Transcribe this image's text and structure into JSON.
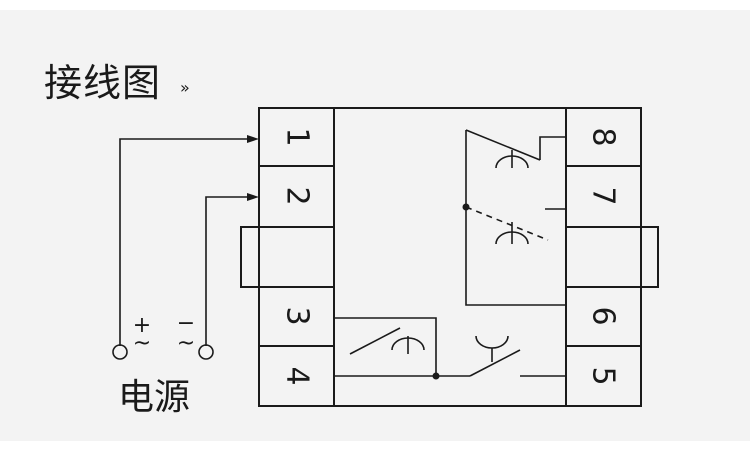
{
  "title": "接线图",
  "title_mark": "»",
  "power": {
    "label": "电源",
    "plus_sign": "+",
    "minus_sign": "−",
    "ac_symbol": "~"
  },
  "pins": {
    "p1": "1",
    "p2": "2",
    "p3": "3",
    "p4": "4",
    "p5": "5",
    "p6": "6",
    "p7": "7",
    "p8": "8"
  },
  "colors": {
    "line": "#1a1a1a",
    "panel": "#f3f3f3"
  }
}
